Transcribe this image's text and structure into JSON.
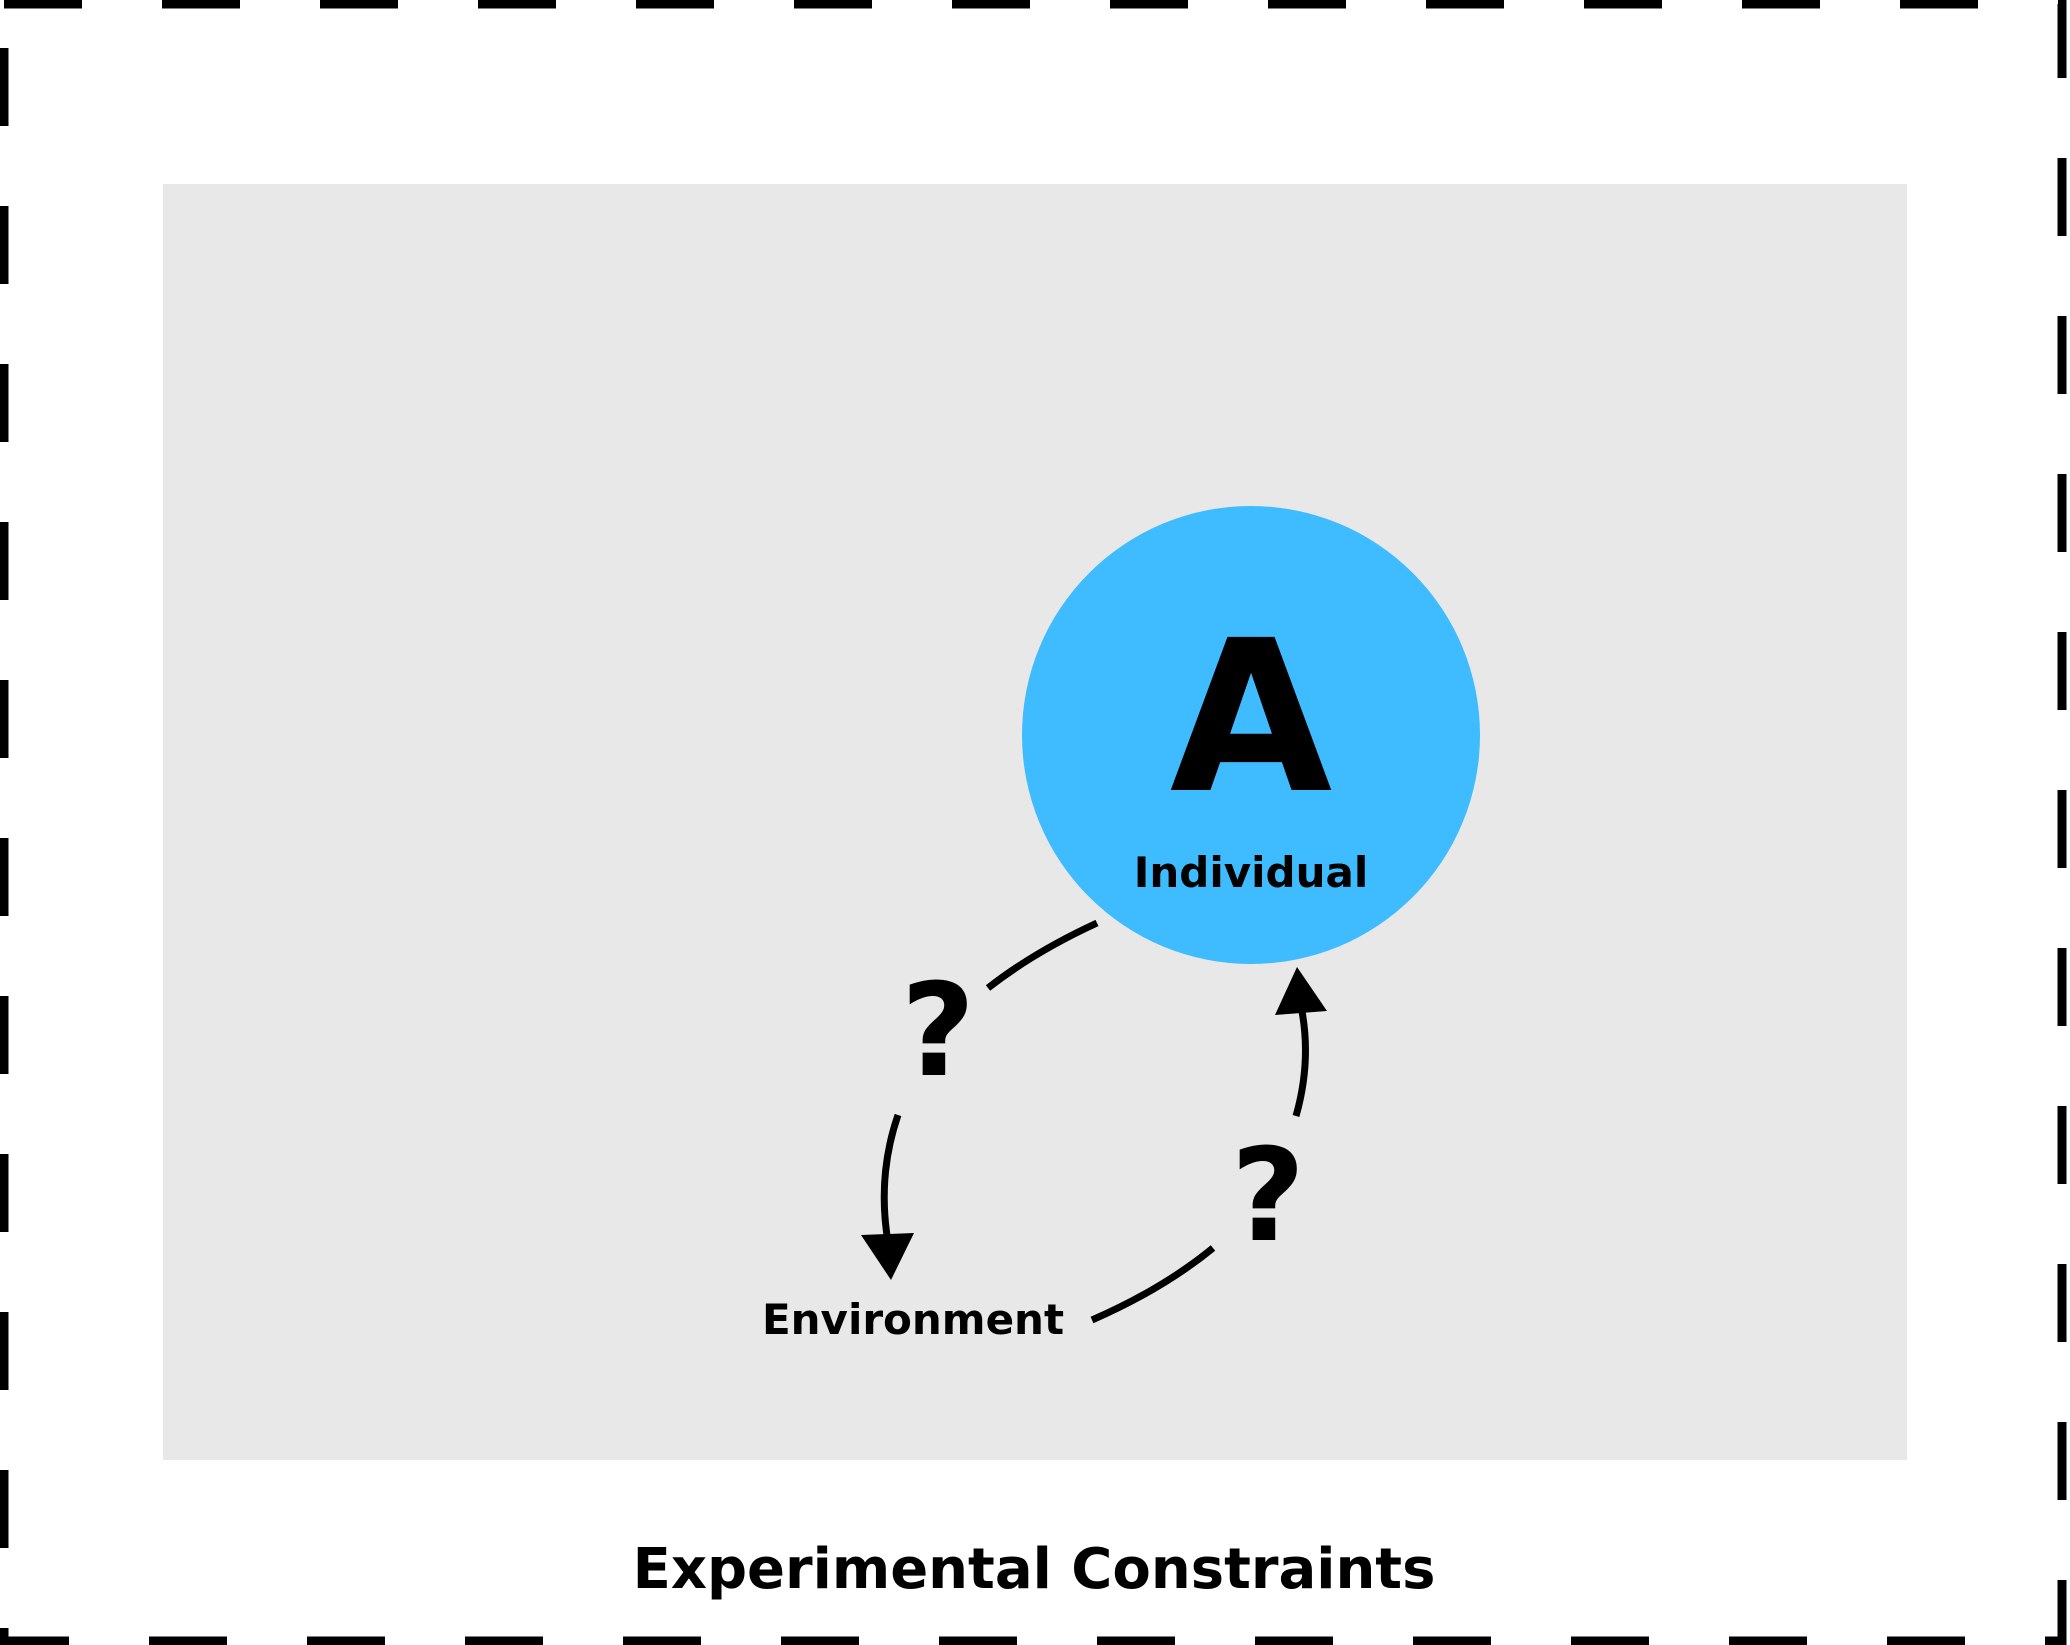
{
  "title": "Experimental Constraints",
  "node": {
    "letter": "A",
    "label": "Individual",
    "color": "#3EBCFF"
  },
  "environment": {
    "label": "Environment"
  },
  "links": [
    {
      "from": "Individual",
      "to": "Environment",
      "label": "?"
    },
    {
      "from": "Environment",
      "to": "Individual",
      "label": "?"
    }
  ],
  "colors": {
    "panel_background": "#E8E8E8",
    "frame": "#000000",
    "page_background": "#FFFFFF"
  }
}
